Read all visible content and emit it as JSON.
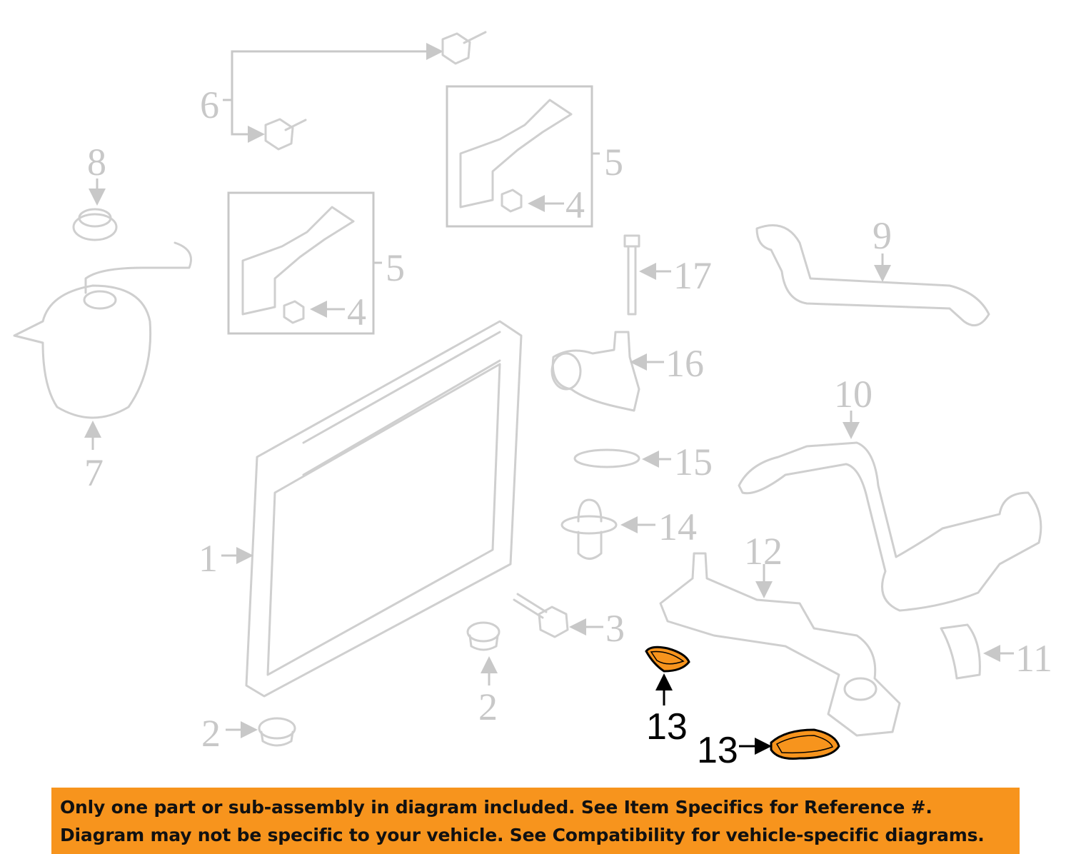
{
  "diagram": {
    "callouts": {
      "c1": "1",
      "c2a": "2",
      "c2b": "2",
      "c3": "3",
      "c4a": "4",
      "c4b": "4",
      "c5a": "5",
      "c5b": "5",
      "c6": "6",
      "c7": "7",
      "c8": "8",
      "c9": "9",
      "c10": "10",
      "c11": "11",
      "c12": "12",
      "c13a": "13",
      "c13b": "13",
      "c14": "14",
      "c15": "15",
      "c16": "16",
      "c17": "17"
    },
    "highlight_color": "#f7941d",
    "highlighted_part": "13"
  },
  "banner": {
    "line1": "Only one part or sub-assembly in diagram included. See Item Specifics for Reference #.",
    "line2": "Diagram may not be specific to your vehicle. See Compatibility for vehicle-specific diagrams."
  }
}
